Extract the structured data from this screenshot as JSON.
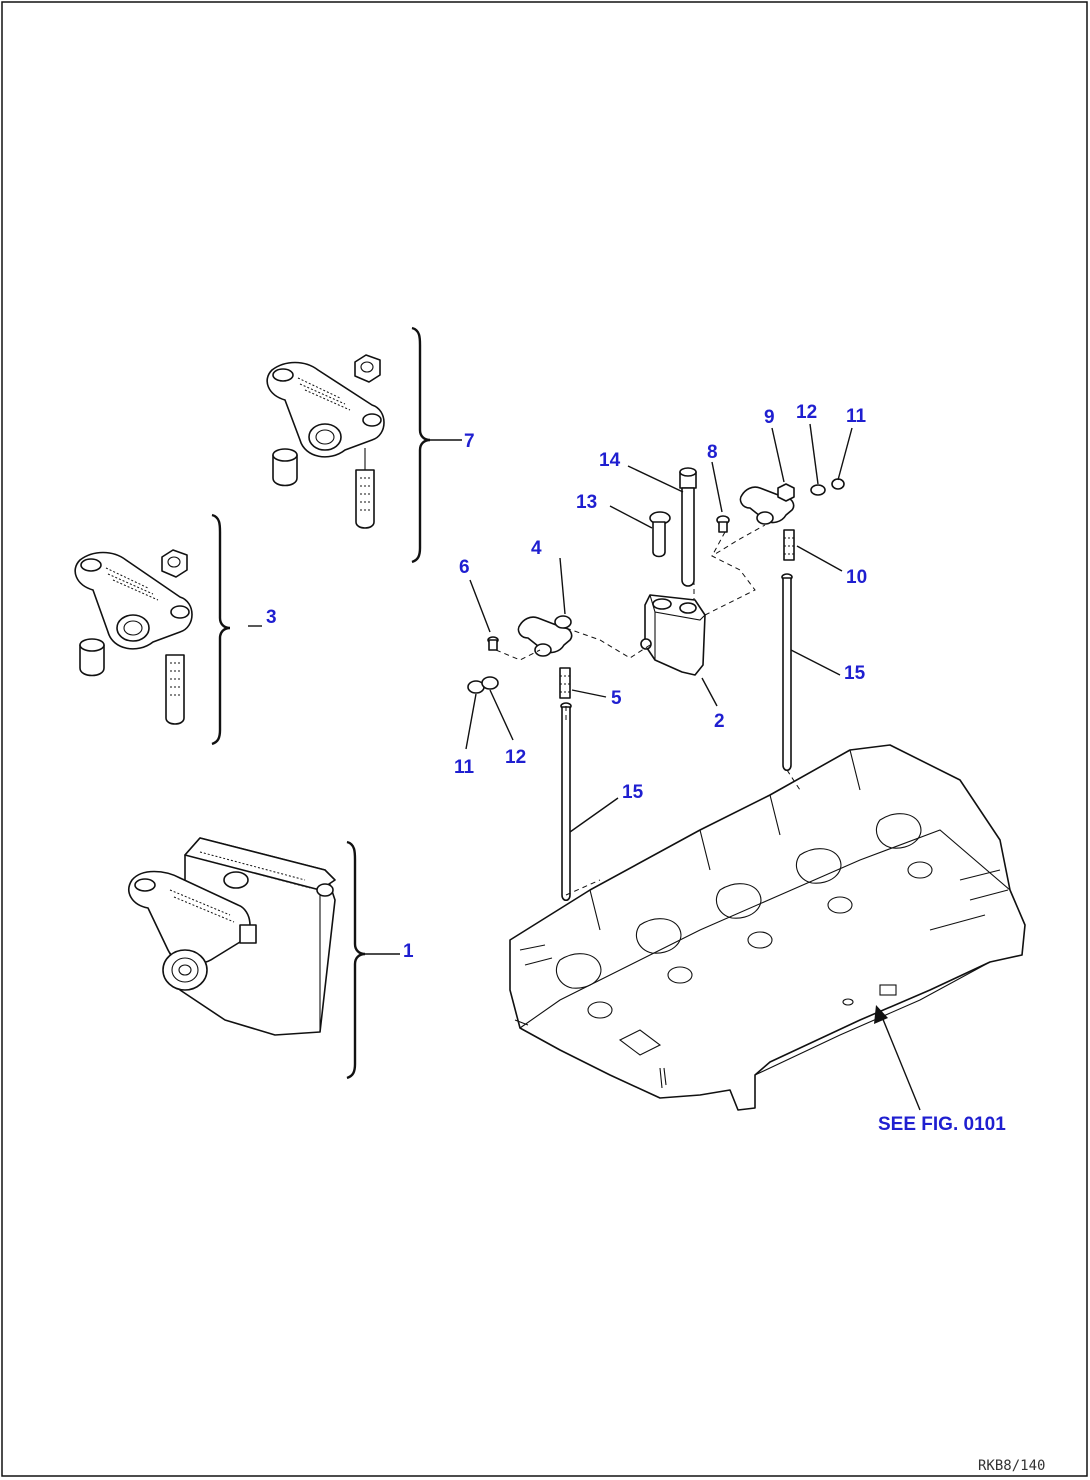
{
  "callouts": {
    "c1": "1",
    "c2": "2",
    "c3": "3",
    "c4": "4",
    "c5": "5",
    "c6": "6",
    "c7": "7",
    "c8": "8",
    "c9": "9",
    "c10": "10",
    "c11a": "11",
    "c11b": "11",
    "c12a": "12",
    "c12b": "12",
    "c13": "13",
    "c14": "14",
    "c15a": "15",
    "c15b": "15"
  },
  "reference": "SEE FIG. 0101",
  "drawing_code": "RKB8/140",
  "colors": {
    "callout": "#1f1fd0",
    "line": "#111111"
  }
}
